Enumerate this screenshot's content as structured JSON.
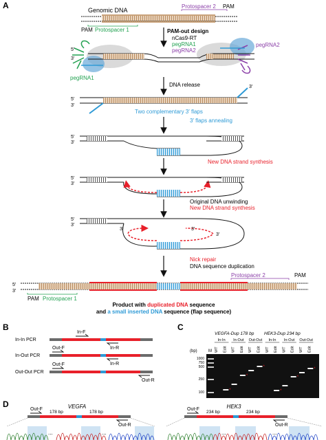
{
  "panels": {
    "a": "A",
    "b": "B",
    "c": "C",
    "d": "D"
  },
  "panel_a": {
    "genomic_dna": "Genomic DNA",
    "protospacer2": "Protospacer 2",
    "pam": "PAM",
    "protospacer1": "Protospacer 1",
    "pam_out_design": "PAM-out design",
    "ncas9rt": "nCas9-RT",
    "pegrna1": "pegRNA1",
    "pegrna2": "pegRNA2",
    "dna_release": "DNA release",
    "two_flaps": "Two complementary 3′ flaps",
    "flaps_annealing": "3′ flaps annealing",
    "new_synthesis": "New DNA strand synthesis",
    "original_unwinding": "Original DNA unwinding",
    "nick_repair": "Nick repair",
    "dup": "DNA sequence duplication",
    "product_prefix": "Product with ",
    "product_dup": "duplicated DNA",
    "product_mid": " sequence",
    "product_line2_a": "and ",
    "product_line2_b": "a small inserted DNA",
    "product_line2_c": " sequence (flap sequence)",
    "p5": "5′",
    "p3": "3′"
  },
  "panel_b": {
    "rows": [
      "In-In PCR",
      "In-Out PCR",
      "Out-Out PCR"
    ],
    "in_f": "In-F",
    "in_r": "In-R",
    "out_f": "Out-F",
    "out_r": "Out-R"
  },
  "panel_c": {
    "title1": "VEGFA-Dup 178 bp",
    "title2": "HEK3-Dup 234 bp",
    "groups": [
      "In-In",
      "In-Out",
      "Out-Out",
      "In-In",
      "In-Out",
      "Out-Out"
    ],
    "lanes": [
      "WT",
      "Edit",
      "WT",
      "Edit",
      "WT",
      "Edit",
      "WT",
      "Edit",
      "WT",
      "Edit",
      "WT",
      "Edit"
    ],
    "bp_label": "(bp)",
    "m_label": "M",
    "ladder": [
      "1000",
      "750",
      "500",
      "250",
      "100"
    ]
  },
  "panel_d": {
    "gene1": "VEGFA",
    "gene2": "HEK3",
    "bp1": "178 bp",
    "bp2": "234 bp",
    "out_f": "Out-F",
    "out_r": "Out-R",
    "dots": "..."
  },
  "colors": {
    "red": "#e8202a",
    "blue": "#2e9ad6",
    "green": "#21a150",
    "purple": "#8b3fa8",
    "tan": "#c9a27a",
    "gray": "#6b6b6b"
  }
}
